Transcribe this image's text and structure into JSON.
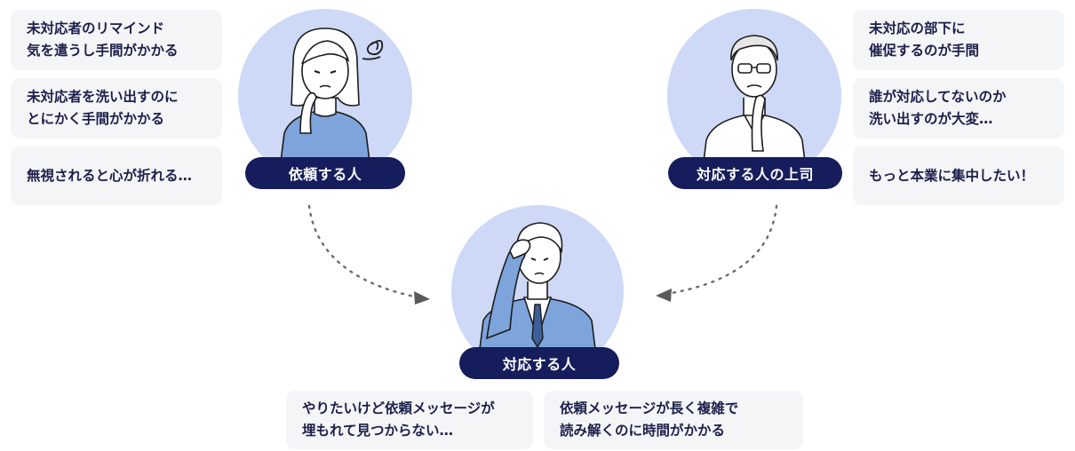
{
  "left_cards": [
    "未対応者のリマインド\n気を遣うし手間がかかる",
    "未対応者を洗い出すのに\nとにかく手間がかかる",
    "無視されると心が折れる…"
  ],
  "right_cards": [
    "未対応の部下に\n催促するのが手間",
    "誰が対応してないのか\n洗い出すのが大変…",
    "もっと本業に集中したい！"
  ],
  "bottom_cards": [
    "やりたいけど依頼メッセージが\n埋もれて見つからない…",
    "依頼メッセージが長く複雑で\n読み解くのに時間がかかる"
  ],
  "roles": {
    "requester": "依頼する人",
    "boss": "対応する人の上司",
    "responder": "対応する人"
  },
  "colors": {
    "pill": "#161d5c",
    "circle": "#cdd9f6",
    "card": "#f4f5f7",
    "text": "#1c1f4a"
  }
}
